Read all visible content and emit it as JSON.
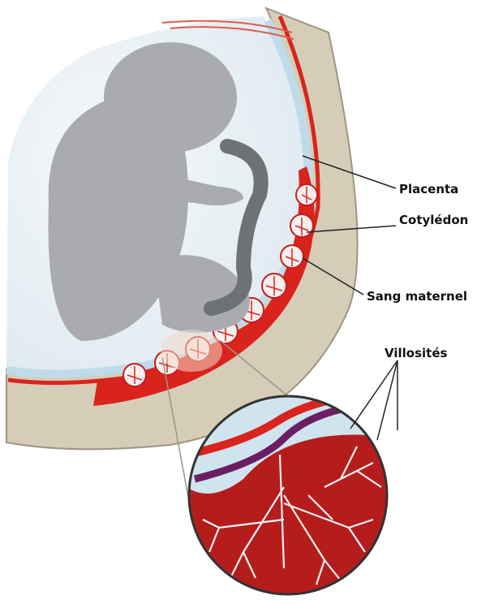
{
  "labels": {
    "placenta": "Placenta",
    "cotyledon": "Cotylédon",
    "maternal_blood": "Sang maternel",
    "villi": "Villosités"
  },
  "colors": {
    "uterine_wall": "#d6cdb8",
    "wall_edge": "#9e9484",
    "placenta_red": "#d8241c",
    "blood_dark": "#b51d1d",
    "amniotic_blue": "#cfe4ef",
    "amnion_inner": "#eef4f8",
    "fetus_gray": "#a9abae",
    "cord_gray": "#6f7274",
    "vessel_purple": "#6a1f63",
    "villi_white": "#f4f1f4",
    "text": "#111111"
  }
}
